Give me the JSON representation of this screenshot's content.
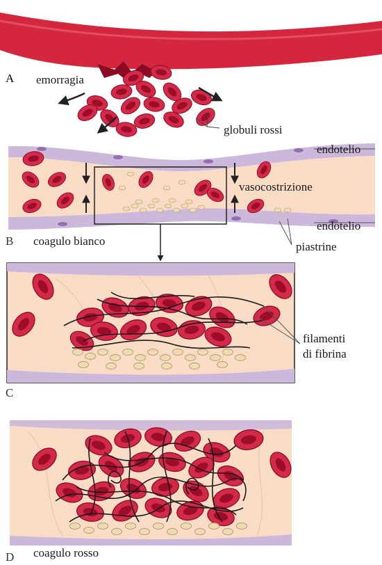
{
  "panels": {
    "a": {
      "letter": "A",
      "label_hemorrhage": "emorragia",
      "label_rbc": "globuli rossi"
    },
    "b": {
      "letter": "B",
      "label_endothelium_top": "endotelio",
      "label_vasoconstriction": "vasocostrizione",
      "label_endothelium_bottom": "endotelio",
      "label_platelets": "piastrine",
      "label_white_clot": "coagulo bianco"
    },
    "c": {
      "letter": "C",
      "label_fibrin_1": "filamenti",
      "label_fibrin_2": "di fibrina"
    },
    "d": {
      "letter": "D",
      "label_red_clot": "coagulo rosso"
    }
  },
  "colors": {
    "vessel_red": "#d4263f",
    "rbc": "#c8163a",
    "rbc_dark": "#8c0b24",
    "tissue": "#f7d7c0",
    "endothelium": "#c9b6d8",
    "platelet": "#eed9b0",
    "fibrin": "#1a1a1a",
    "arrow": "#2a2a2a"
  }
}
